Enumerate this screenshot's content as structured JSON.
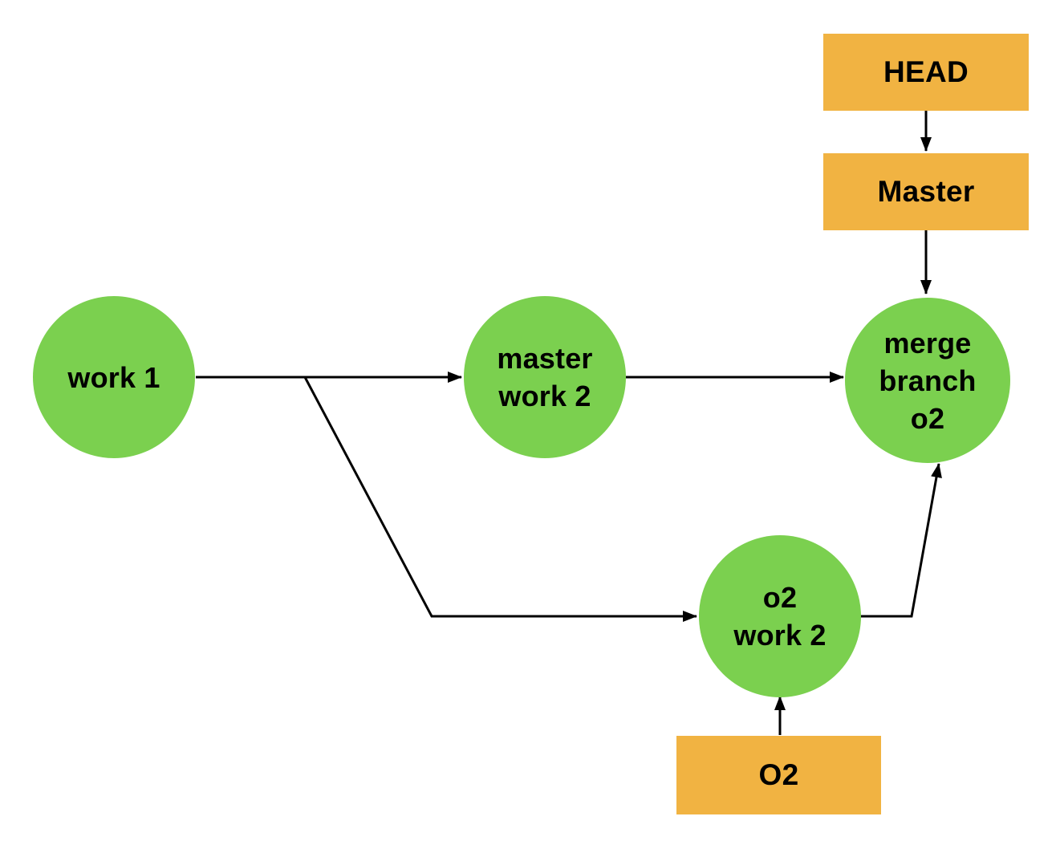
{
  "nodes": {
    "work1": {
      "label": "work 1"
    },
    "master_work2": {
      "label": "master\nwork 2"
    },
    "merge_branch_o2": {
      "label": "merge\nbranch\no2"
    },
    "o2_work2": {
      "label": "o2\nwork 2"
    }
  },
  "pointers": {
    "head": {
      "label": "HEAD"
    },
    "master": {
      "label": "Master"
    },
    "o2": {
      "label": "O2"
    }
  },
  "colors": {
    "commit_green": "#7BD04F",
    "pointer_orange": "#F1B342",
    "arrow_black": "#000000",
    "background": "#FFFFFF"
  }
}
